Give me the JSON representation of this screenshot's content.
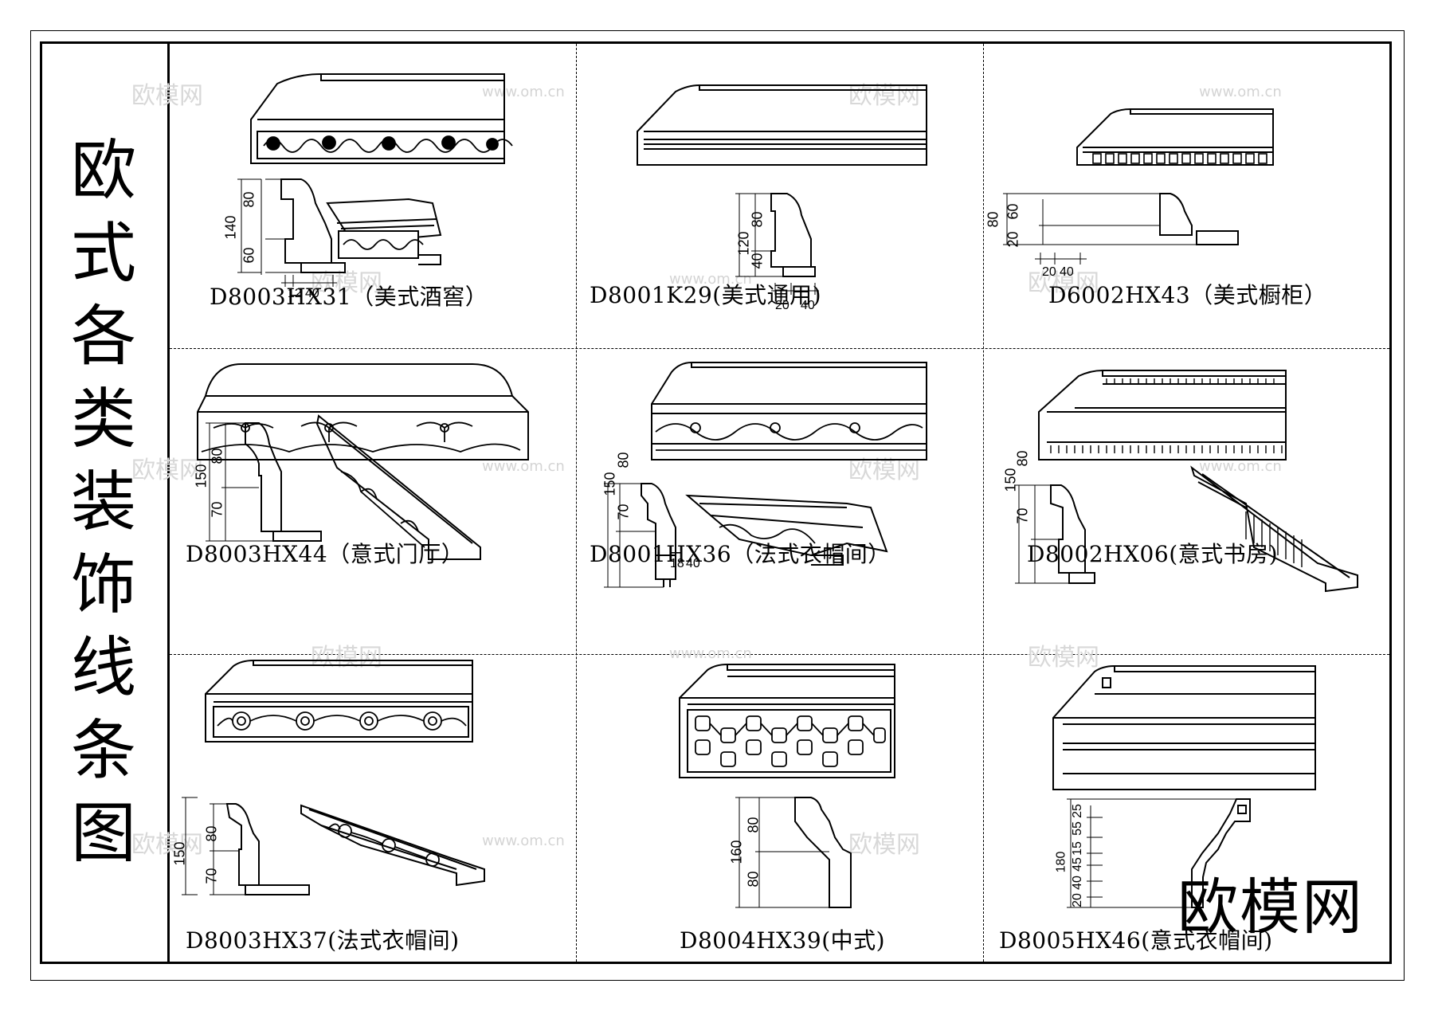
{
  "title_chars": [
    "欧",
    "式",
    "各",
    "类",
    "装",
    "饰",
    "线",
    "条",
    "图"
  ],
  "items": [
    {
      "caption": "D8003HX31（美式酒窖）",
      "dims_v": [
        "140",
        "80",
        "60"
      ],
      "dims_h": [
        "12",
        "40"
      ]
    },
    {
      "caption": "D8001K29(美式通用)",
      "dims_v": [
        "120",
        "80",
        "40"
      ],
      "dims_h": [
        "20",
        "40"
      ]
    },
    {
      "caption": "D6002HX43（美式橱柜）",
      "dims_v": [
        "80",
        "60",
        "20"
      ],
      "dims_h": [
        "20",
        "40"
      ]
    },
    {
      "caption": "D8003HX44（意式门厅）",
      "dims_v": [
        "150",
        "80",
        "70"
      ],
      "dims_h": []
    },
    {
      "caption": "D8001HX36（法式衣帽间）",
      "dims_v": [
        "150",
        "80",
        "70"
      ],
      "dims_h": [
        "18",
        "40"
      ]
    },
    {
      "caption": "D8002HX06(意式书房)",
      "dims_v": [
        "150",
        "80",
        "70"
      ],
      "dims_h": []
    },
    {
      "caption": "D8003HX37(法式衣帽间)",
      "dims_v": [
        "150",
        "80",
        "70"
      ],
      "dims_h": []
    },
    {
      "caption": "D8004HX39(中式)",
      "dims_v": [
        "160",
        "80",
        "80"
      ],
      "dims_h": []
    },
    {
      "caption": "D8005HX46(意式衣帽间)",
      "dims_v": [
        "180",
        "25",
        "55",
        "15",
        "45",
        "40",
        "20"
      ],
      "dims_h": []
    }
  ],
  "watermarks": {
    "brand": "欧模网",
    "url": "www.om.cn"
  },
  "logo_text": "欧模网"
}
